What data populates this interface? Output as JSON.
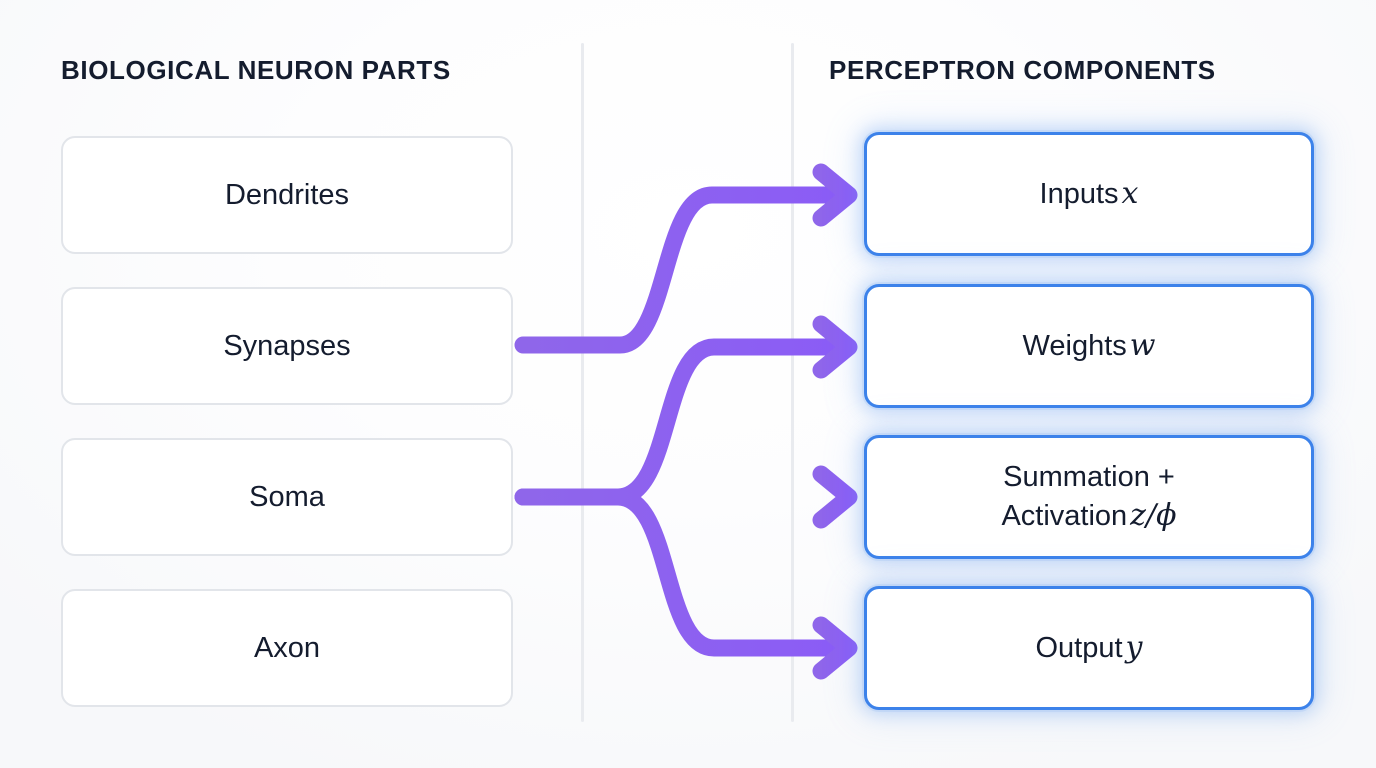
{
  "columns": {
    "left": {
      "title": "BIOLOGICAL NEURON PARTS",
      "items": [
        {
          "label": "Dendrites"
        },
        {
          "label": "Synapses"
        },
        {
          "label": "Soma"
        },
        {
          "label": "Axon"
        }
      ]
    },
    "right": {
      "title": "PERCEPTRON COMPONENTS",
      "items": [
        {
          "label": "Inputs",
          "symbol": "x"
        },
        {
          "label": "Weights",
          "symbol": "w"
        },
        {
          "label": "Summation +",
          "label2": "Activation",
          "symbol": "z/ϕ"
        },
        {
          "label": "Output",
          "symbol": "y"
        }
      ]
    }
  },
  "mappings": [
    {
      "from": "Synapses",
      "to": "Inputs x",
      "shape": "s-curve-up"
    },
    {
      "from": "Soma",
      "to": "Weights w",
      "shape": "s-curve-up"
    },
    {
      "from": "Soma",
      "to": "Summation + Activation z/ϕ",
      "shape": "straight"
    },
    {
      "from": "Soma",
      "to": "Output y",
      "shape": "s-curve-down"
    }
  ],
  "colors": {
    "arrow": "#8b5cf6",
    "arrow_alt": "#9061e8",
    "right_border": "#3c82ea",
    "left_border": "#e2e5ea",
    "divider": "#e9ebef",
    "text": "#141c2e",
    "background": "#f8f9fb"
  }
}
